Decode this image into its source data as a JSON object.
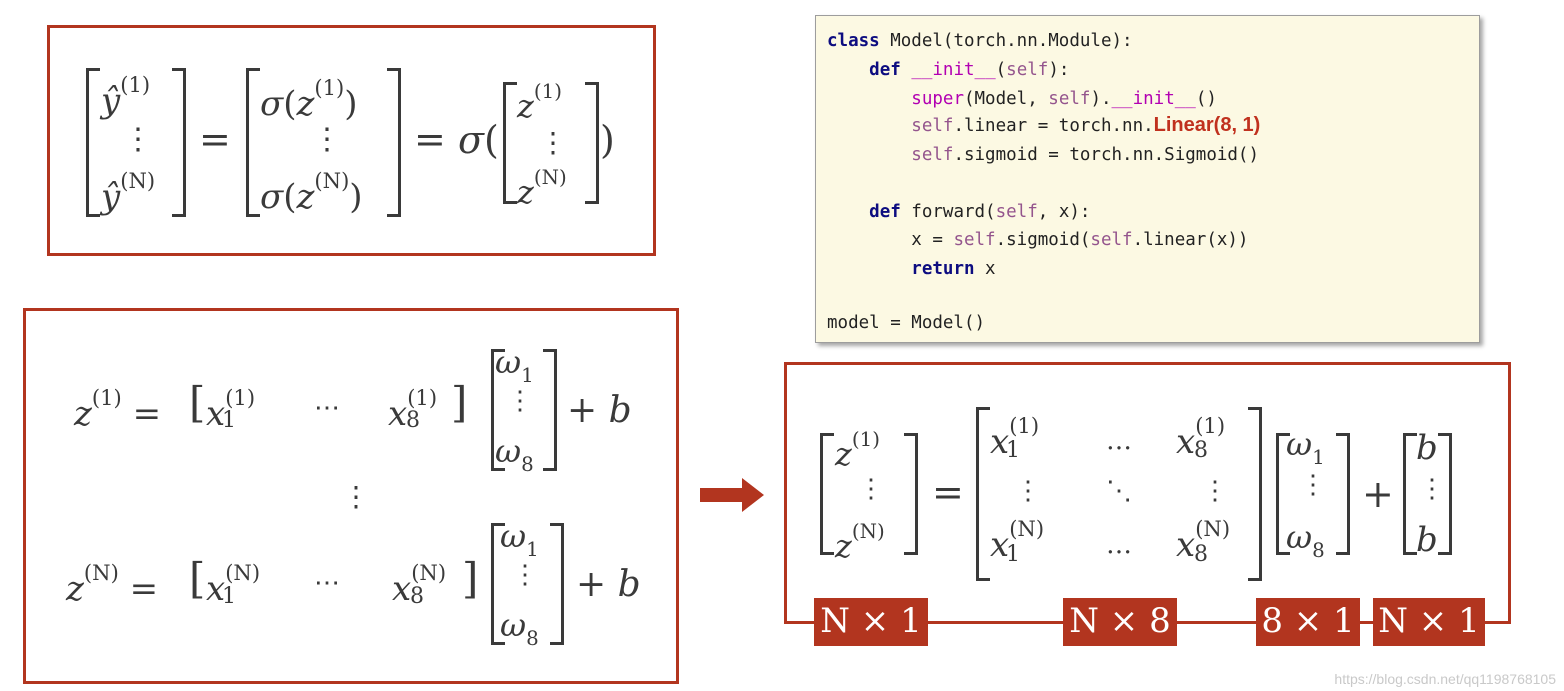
{
  "sigmoid_eq": {
    "y": "ŷ",
    "sup1": "(1)",
    "supN": "(N)",
    "vdots": "⋮",
    "sigma": "σ",
    "z": "z",
    "eq": "="
  },
  "linear_eqs": {
    "z": "z",
    "x": "x",
    "omega": "ω",
    "sub1": "1",
    "sub8": "8",
    "sup1": "(1)",
    "supN": "(N)",
    "cdots": "⋯",
    "vdots": "⋮",
    "plus_b": "+ b",
    "eq": "="
  },
  "code": {
    "lines": [
      "class Model(torch.nn.Module):",
      "    def __init__(self):",
      "        super(Model, self).__init__()",
      "        self.linear = torch.nn.Linear(8, 1)",
      "        self.sigmoid = torch.nn.Sigmoid()",
      "",
      "    def forward(self, x):",
      "        x = self.sigmoid(self.linear(x))",
      "        return x",
      "",
      "model = Model()"
    ],
    "highlight": "Linear(8, 1)"
  },
  "matrix_eq": {
    "ellipsis": "…",
    "ddots": "⋱",
    "b": "b",
    "plus": "+"
  },
  "dimensions": [
    "N × 1",
    "N × 8",
    "8 × 1",
    "N × 1"
  ],
  "watermark": "https://blog.csdn.net/qq1198768105",
  "colors": {
    "accent": "#b2351f",
    "code_bg": "#fcf9e3"
  }
}
